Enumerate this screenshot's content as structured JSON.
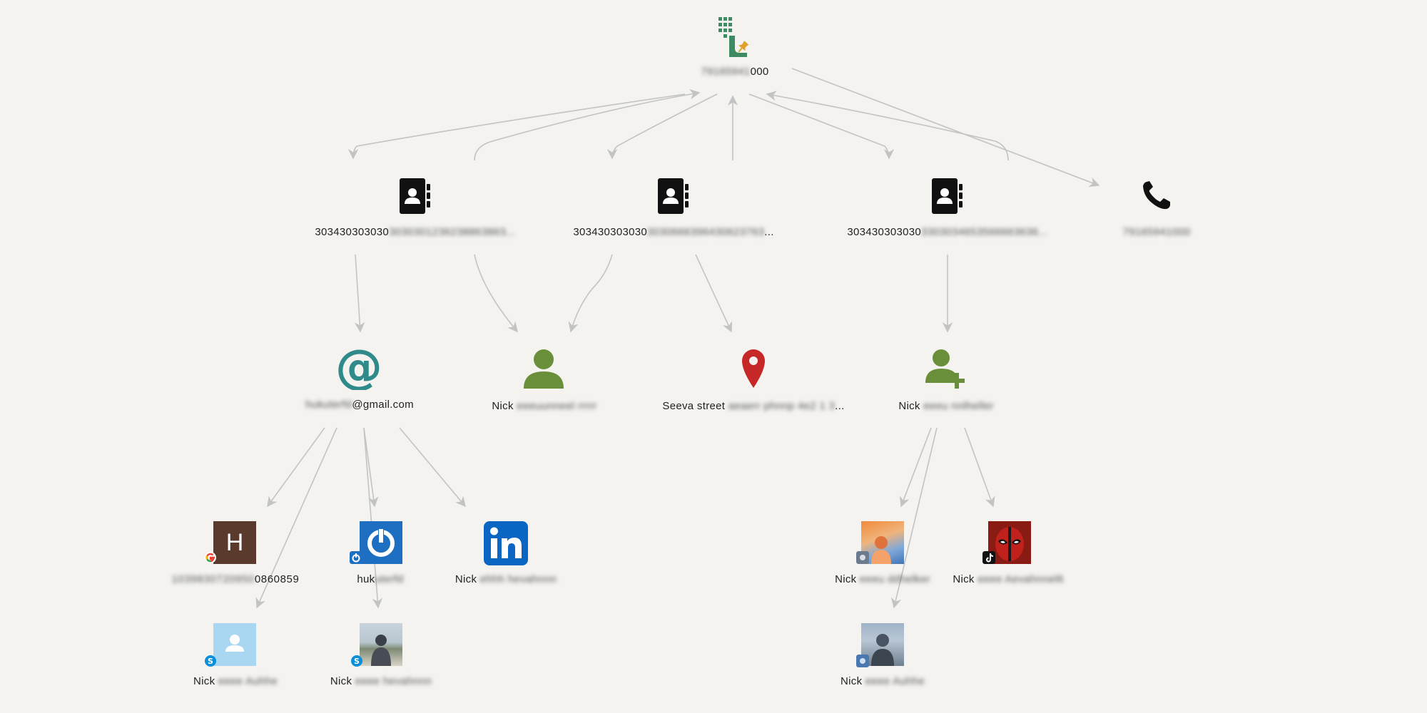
{
  "graph": {
    "root": {
      "label_blur": "79165941",
      "label": "000",
      "icon": "phone-keypad-icon",
      "pin": "pin-icon"
    },
    "level1": [
      {
        "label": "303430303030",
        "label_blur": "3030301236238863863...",
        "icon": "contact-book-icon"
      },
      {
        "label": "303430303030",
        "label_blur": "3030666396430623763",
        "label_tail": "...",
        "icon": "contact-book-icon"
      },
      {
        "label": "303430303030",
        "label_blur": "3303034653566663636...",
        "icon": "contact-book-icon"
      },
      {
        "label_blur": "79165941000",
        "icon": "phone-icon"
      }
    ],
    "level2": [
      {
        "label_blur": "hukuterfd",
        "label": "@gmail.com",
        "icon": "email-at-icon"
      },
      {
        "label": "Nick",
        "label_blur": "eeeuunneel rrrrr",
        "icon": "person-icon"
      },
      {
        "label": "Seeva street",
        "label_blur": "aeaerr phnnp 4e2 1 3",
        "label_tail": "...",
        "icon": "location-pin-icon"
      },
      {
        "label": "Nick",
        "label_blur": "eeeu nnlheller",
        "icon": "person-add-icon"
      }
    ],
    "accounts": [
      {
        "label_blur": "1039830720950",
        "label": "0860859",
        "avatar_letter": "H",
        "badge": "google-icon"
      },
      {
        "label": "huk",
        "label_blur": "uterfd",
        "badge": "power-app-icon"
      },
      {
        "label": "Nick",
        "label_blur": "ehhh hevahnnn",
        "badge": "linkedin-icon"
      },
      {
        "label": "Nick",
        "label_blur": "eeee Auhhe",
        "badge": "skype-icon"
      },
      {
        "label": "Nick",
        "label_blur": "eeee hevahnnn",
        "badge": "skype-icon"
      },
      {
        "label": "Nick",
        "label_blur": "eeeu ddhelker",
        "badge": "photo-icon"
      },
      {
        "label": "Nick",
        "label_blur": "eeee Aevahnnel6",
        "badge": "tiktok-icon"
      },
      {
        "label": "Nick",
        "label_blur": "eeee Auhhe",
        "badge": "photo-icon"
      }
    ]
  },
  "colors": {
    "edge": "#c3c3c3",
    "green": "#6a8f3a",
    "teal": "#2f8a8a",
    "red": "#c62828",
    "linkedin": "#0a66c2",
    "brown": "#5b3a2e"
  }
}
